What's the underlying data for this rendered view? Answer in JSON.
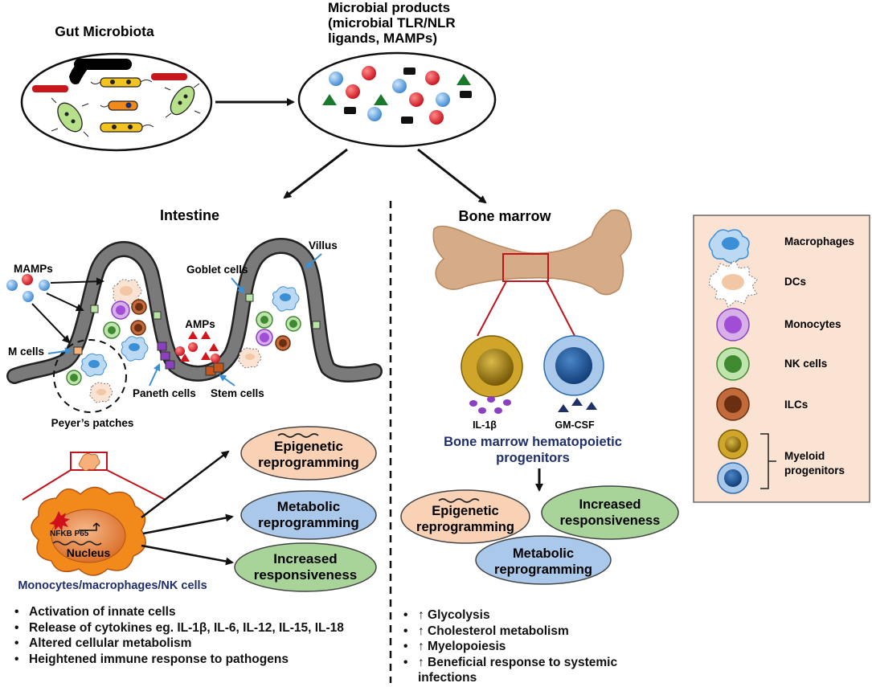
{
  "top": {
    "gut_title": "Gut Microbiota",
    "products_title_lines": [
      "Microbial products",
      "(microbial  TLR/NLR",
      "ligands, MAMPs)"
    ]
  },
  "intestine": {
    "title": "Intestine",
    "mamps": "MAMPs",
    "goblet": "Goblet cells",
    "villus": "Villus",
    "amps": "AMPs",
    "m_cells": "M cells",
    "paneth": "Paneth cells",
    "stem": "Stem cells",
    "peyers": "Peyer’s patches"
  },
  "innate": {
    "nfkb": "NFKB P65",
    "nucleus": "Nucleus",
    "cell_label": "Monocytes/macrophages/NK cells",
    "epi_lines": [
      "Epigenetic",
      "reprogramming"
    ],
    "meta_lines": [
      "Metabolic",
      "reprogramming"
    ],
    "resp_lines": [
      "Increased",
      "responsiveness"
    ]
  },
  "bone": {
    "title": "Bone marrow",
    "il1b": "IL-1β",
    "gmcsf": "GM-CSF",
    "hema_lines": [
      "Bone marrow hematopoietic",
      "progenitors"
    ],
    "epi_lines": [
      "Epigenetic",
      "reprogramming"
    ],
    "resp_lines": [
      "Increased",
      "responsiveness"
    ],
    "meta_lines": [
      "Metabolic",
      "reprogramming"
    ]
  },
  "legend": {
    "macrophages": "Macrophages",
    "dcs": "DCs",
    "monocytes": "Monocytes",
    "nk": "NK cells",
    "ilcs": "ILCs",
    "myeloid_lines": [
      "Myeloid",
      "progenitors"
    ]
  },
  "bullets_left": [
    "Activation of innate cells",
    "Release of cytokines eg. IL-1β, IL-6, IL-12, IL-15, IL-18",
    "Altered cellular metabolism",
    "Heightened immune response to pathogens"
  ],
  "bullets_right": [
    "↑ Glycolysis",
    "↑ Cholesterol metabolism",
    "↑ Myelopoiesis",
    "↑ Beneficial response to systemic infections"
  ],
  "colors": {
    "epigenetic": "#f9d2b6",
    "metabolic": "#a9c8ea",
    "responsiveness": "#a8d49a",
    "legend_bg": "#fbe3d3",
    "bone": "#d6ab88",
    "label_blue": "#1f2f6b"
  }
}
